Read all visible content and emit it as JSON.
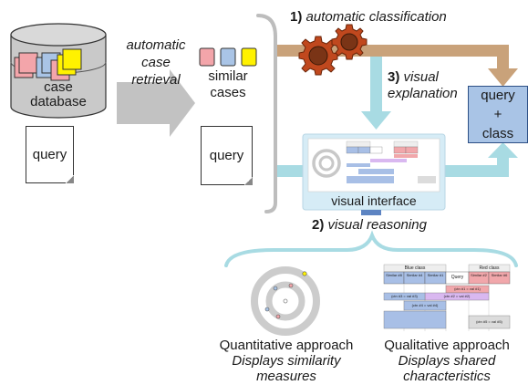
{
  "case_database": {
    "line1": "case",
    "line2": "database"
  },
  "retrieval_label": {
    "line1": "automatic",
    "line2": "case",
    "line3": "retrieval"
  },
  "similar_cases": {
    "line1": "similar",
    "line2": "cases"
  },
  "query_label": "query",
  "step1": {
    "number": "1)",
    "text": "automatic classification"
  },
  "step2": {
    "number": "2)",
    "text": "visual reasoning"
  },
  "step3": {
    "number": "3)",
    "line1": "visual",
    "line2": "explanation"
  },
  "output_box": {
    "line1": "query",
    "line2": "+",
    "line3": "class"
  },
  "visual_interface_label": "visual interface",
  "quantitative": {
    "title": "Quantitative approach",
    "line1": "Displays similarity",
    "line2": "measures"
  },
  "qualitative": {
    "title": "Qualitative approach",
    "line1": "Displays shared",
    "line2": "characteristics"
  },
  "mini_table": {
    "blue_class": "Blue class",
    "red_class": "Red class",
    "query": "Query",
    "cols": [
      "Similar #8",
      "Similar #4",
      "Similar #1",
      "Similar #2",
      "Similar #6"
    ],
    "rows": [
      "(ctn #1 = val #1)",
      "(ctn #3 = val #3)",
      "(ctn #2 = val #2)",
      "(ctn #4 = val #4)",
      "(ctn #5 = val #5)"
    ]
  },
  "colors": {
    "brown_arrow": "#c9a27a",
    "teal_arrow": "#a8dbe3",
    "gray_arrow": "#c2c2c2",
    "gear": "#c0481e",
    "db_pink": "#f3a5aa",
    "db_blue": "#a9c4e6",
    "db_yellow": "#fff200",
    "red_class": "#f1a7ab",
    "blue_class": "#a8bfe6",
    "purple": "#d9b8f0"
  }
}
